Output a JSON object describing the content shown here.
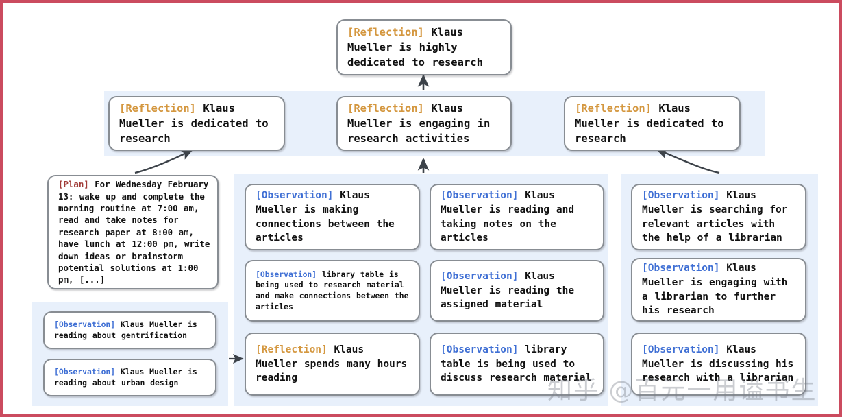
{
  "figure": {
    "border_color": "#cb4b5f",
    "panel_color": "#e8f0fb",
    "node_border_color": "#888d93",
    "tag_colors": {
      "reflection": "#d4973f",
      "observation": "#3f6fd4",
      "plan": "#a03a36"
    },
    "watermark": "知乎 @百元一用谥书生"
  },
  "nodes": {
    "root": {
      "tag": "[Reflection]",
      "text": " Klaus Mueller is highly dedicated to research"
    },
    "reflection_left": {
      "tag": "[Reflection]",
      "text": " Klaus Mueller is dedicated to research"
    },
    "reflection_center": {
      "tag": "[Reflection]",
      "text": " Klaus Mueller is engaging in research activities"
    },
    "reflection_right": {
      "tag": "[Reflection]",
      "text": " Klaus Mueller is dedicated to research"
    },
    "plan": {
      "tag": "[Plan]",
      "text": " For Wednesday February 13: wake up and complete the morning routine at 7:00 am, read and take notes for research paper at 8:00 am, have lunch at 12:00 pm, write down ideas or brainstorm potential solutions at 1:00 pm, [...]"
    },
    "obs_gentrification": {
      "tag": "[Observation]",
      "text": " Klaus Mueller is reading about gentrification"
    },
    "obs_urban_design": {
      "tag": "[Observation]",
      "text": " Klaus Mueller is reading about urban design"
    },
    "obs_connections": {
      "tag": "[Observation]",
      "text": " Klaus Mueller is making connections between the articles"
    },
    "obs_library_table_connections": {
      "tag": "[Observation]",
      "text": " library table is being used to research material and make connections between the articles"
    },
    "reflection_hours_reading": {
      "tag": "[Reflection]",
      "text": " Klaus Mueller spends many hours reading"
    },
    "obs_taking_notes": {
      "tag": "[Observation]",
      "text": " Klaus Mueller is reading and taking notes on the articles"
    },
    "obs_assigned_material": {
      "tag": "[Observation]",
      "text": " Klaus Mueller is reading the assigned material"
    },
    "obs_library_table_discuss": {
      "tag": "[Observation]",
      "text": " library table is being used to discuss research material"
    },
    "obs_searching_articles": {
      "tag": "[Observation]",
      "text": " Klaus Mueller is searching for relevant articles with the help of a librarian"
    },
    "obs_engaging_librarian": {
      "tag": "[Observation]",
      "text": " Klaus Mueller is engaging with a librarian to further his research"
    },
    "obs_discussing_librarian": {
      "tag": "[Observation]",
      "text": " Klaus Mueller is discussing his research with a librarian"
    }
  }
}
